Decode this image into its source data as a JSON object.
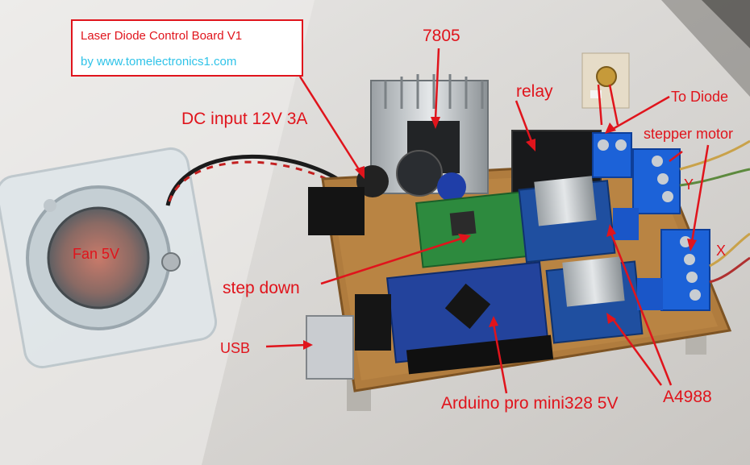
{
  "title_box": {
    "line1": "Laser Diode Control Board V1",
    "line2": "by  www.tomelectronics1.com"
  },
  "labels": {
    "regulator": "7805",
    "dc_input": "DC input 12V 3A",
    "relay": "relay",
    "to_diode": "To Diode",
    "stepper_motor": "stepper motor",
    "axis_y": "Y",
    "axis_x": "X",
    "fan": "Fan 5V",
    "step_down": "step down",
    "usb": "USB",
    "arduino": "Arduino pro mini328 5V",
    "driver": "A4988"
  },
  "colors": {
    "annotation": "#e0141c",
    "url": "#2fc3e8"
  }
}
